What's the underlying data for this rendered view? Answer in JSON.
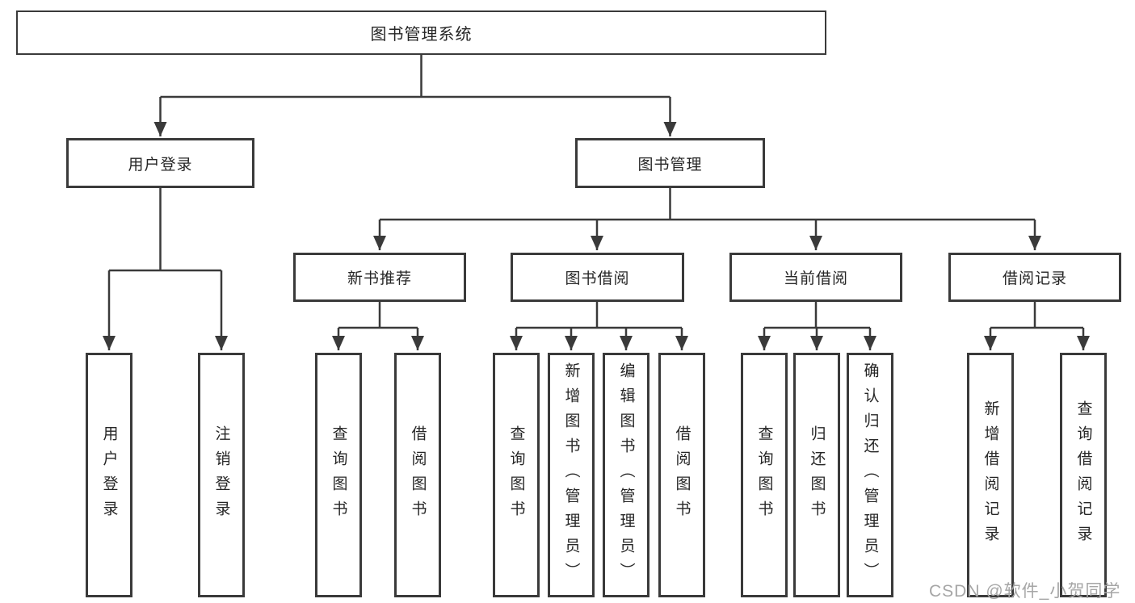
{
  "colors": {
    "line": "#3a3a3a",
    "text": "#262626",
    "background": "#ffffff",
    "watermark": "#a6a6a6"
  },
  "watermark": "CSDN @软件_小贺同学",
  "chart_data": {
    "type": "tree-diagram",
    "title": "图书管理系统"
  },
  "tree": {
    "label": "图书管理系统",
    "children": [
      {
        "label": "用户登录",
        "children": [
          {
            "label": "用户登录"
          },
          {
            "label": "注销登录"
          }
        ]
      },
      {
        "label": "图书管理",
        "children": [
          {
            "label": "新书推荐",
            "children": [
              {
                "label": "查询图书"
              },
              {
                "label": "借阅图书"
              }
            ]
          },
          {
            "label": "图书借阅",
            "children": [
              {
                "label": "查询图书"
              },
              {
                "label": "新增图书（管理员）"
              },
              {
                "label": "编辑图书（管理员）"
              },
              {
                "label": "借阅图书"
              }
            ]
          },
          {
            "label": "当前借阅",
            "children": [
              {
                "label": "查询图书"
              },
              {
                "label": "归还图书"
              },
              {
                "label": "确认归还（管理员）"
              }
            ]
          },
          {
            "label": "借阅记录",
            "children": [
              {
                "label": "新增借阅记录"
              },
              {
                "label": "查询借阅记录"
              }
            ]
          }
        ]
      }
    ]
  }
}
